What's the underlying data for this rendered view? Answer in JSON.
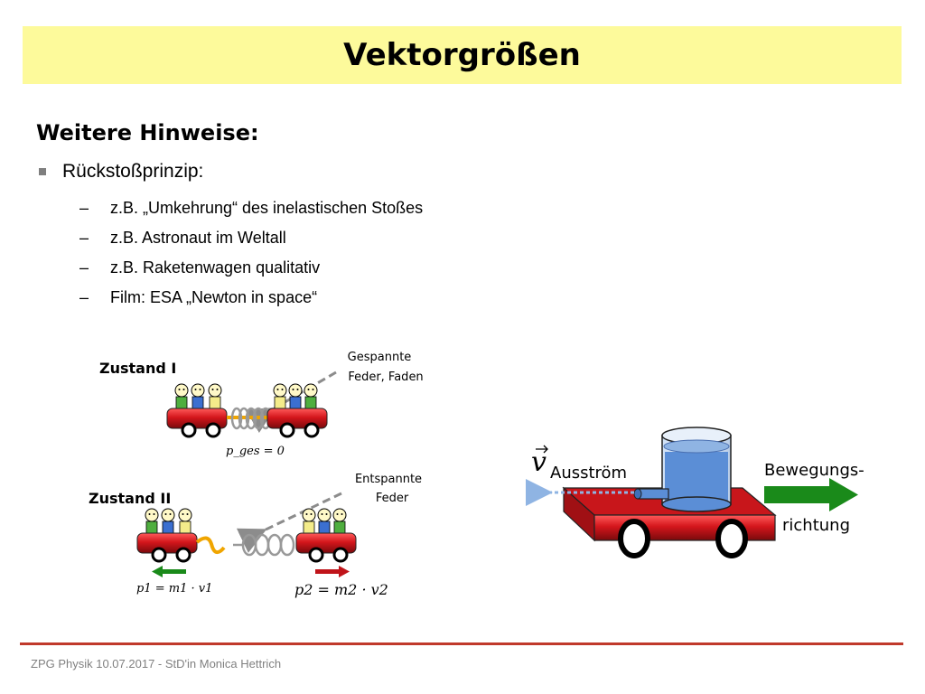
{
  "slide": {
    "title": "Vektorgrößen",
    "subheading": "Weitere Hinweise:",
    "bullet": "Rückstoßprinzip:",
    "subitems": [
      "z.B. „Umkehrung“ des inelastischen Stoßes",
      "z.B. Astronaut im Weltall",
      "z.B. Raketenwagen qualitativ",
      "Film: ESA „Newton in space“"
    ],
    "dash": "–",
    "footer": "ZPG Physik 10.07.2017 - StD'in Monica Hettrich"
  },
  "figure_left": {
    "state1_label": "Zustand I",
    "state2_label": "Zustand II",
    "spring1_label_line1": "Gespannte",
    "spring1_label_line2": "Feder, Faden",
    "spring2_label_line1": "Entspannte",
    "spring2_label_line2": "Feder",
    "eq_total": "p_ges = 0",
    "eq_p1": "p1 = m1 · v1",
    "eq_p2": "p2 = m2 · v2"
  },
  "figure_right": {
    "velocity_symbol": "v",
    "velocity_label": "Ausström",
    "direction_line1": "Bewegungs-",
    "direction_line2": "richtung"
  },
  "colors": {
    "title_bg": "#fdfa9b",
    "cart_red": "#d4161c",
    "arrow_green": "#1a8a1a",
    "arrow_red": "#c0141a",
    "water_blue": "#5b8ed6",
    "footer_line": "#c0392b"
  }
}
